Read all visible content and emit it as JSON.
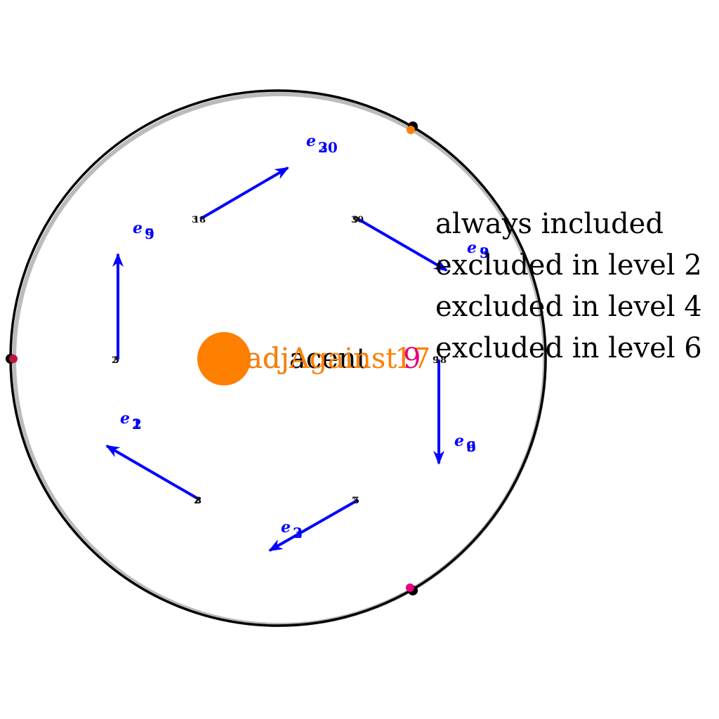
{
  "legend": {
    "items": [
      "always included",
      "excluded in level 2",
      "excluded in level 4",
      "excluded in level 6"
    ]
  },
  "center": {
    "black_label": "adjacent",
    "orange_label": "adjAgainst",
    "orange_number": "17",
    "pink_number": "9"
  },
  "edges": [
    {
      "prefix": "e",
      "numbers": [
        "3",
        "20"
      ]
    },
    {
      "prefix": "e",
      "numbers": [
        "3",
        "9"
      ]
    },
    {
      "prefix": "e",
      "numbers": [
        "6",
        "9"
      ]
    },
    {
      "prefix": "e",
      "numbers": [
        "2",
        "3"
      ]
    },
    {
      "prefix": "e",
      "numbers": [
        "1",
        "2"
      ]
    },
    {
      "prefix": "e",
      "numbers": [
        "9",
        "5"
      ]
    }
  ],
  "nodes": [
    {
      "numbers": [
        "3",
        "18"
      ]
    },
    {
      "numbers": [
        "30",
        "9"
      ]
    },
    {
      "numbers": [
        "9",
        "18"
      ]
    },
    {
      "numbers": [
        "7",
        "5"
      ]
    },
    {
      "numbers": [
        "2",
        "8"
      ]
    },
    {
      "numbers": [
        "2",
        "5"
      ]
    }
  ],
  "colors": {
    "edge": "#0000ff",
    "circle": "#000000",
    "circle_shadow": "#bbbbbb",
    "center_node": "#ff7f00",
    "marker_orange": "#ff7f00",
    "marker_pink": "#e6007e",
    "marker_crimson": "#c0143c",
    "marker_black": "#000000"
  }
}
